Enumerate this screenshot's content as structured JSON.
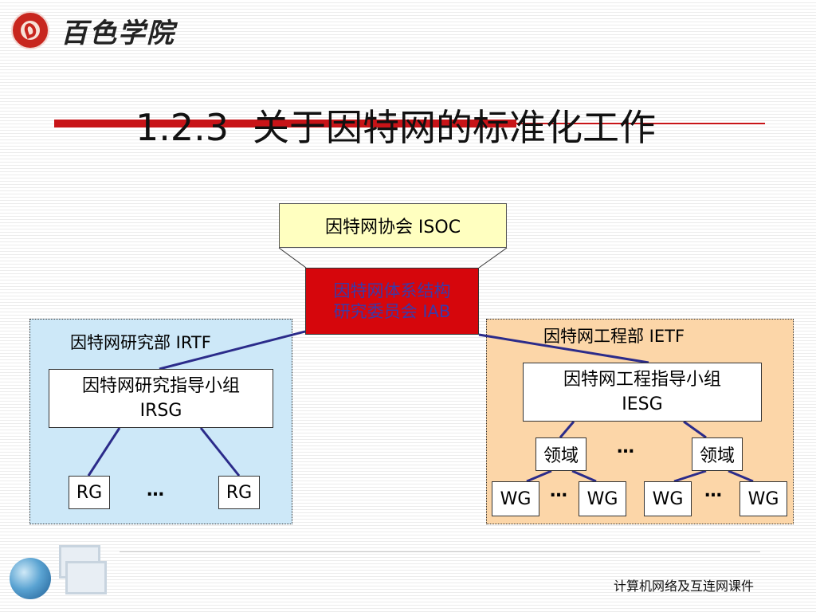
{
  "header": {
    "logo_name": "百色学院",
    "title_number": "1.2.3",
    "title_text": "关于因特网的标准化工作"
  },
  "diagram": {
    "isoc": "因特网协会 ISOC",
    "iab_line1": "因特网体系结构",
    "iab_line2": "研究委员会 IAB",
    "irtf_label": "因特网研究部 IRTF",
    "irsg_line1": "因特网研究指导小组",
    "irsg_line2": "IRSG",
    "rg_left": "RG",
    "rg_right": "RG",
    "ietf_label": "因特网工程部 IETF",
    "iesg_line1": "因特网工程指导小组",
    "iesg_line2": "IESG",
    "domain_left": "领域",
    "domain_right": "领域",
    "wg_1": "WG",
    "wg_2": "WG",
    "wg_3": "WG",
    "wg_4": "WG",
    "ellipsis": "…"
  },
  "footer": {
    "course": "计算机网络及互连网课件"
  },
  "colors": {
    "title_accent": "#c81418",
    "isoc_fill": "#ffffc0",
    "iab_fill": "#d6060c",
    "iab_text": "#3b3aa8",
    "irtf_fill": "#cde8f8",
    "ietf_fill": "#fcd6a8",
    "connector": "#2b2b8a"
  }
}
